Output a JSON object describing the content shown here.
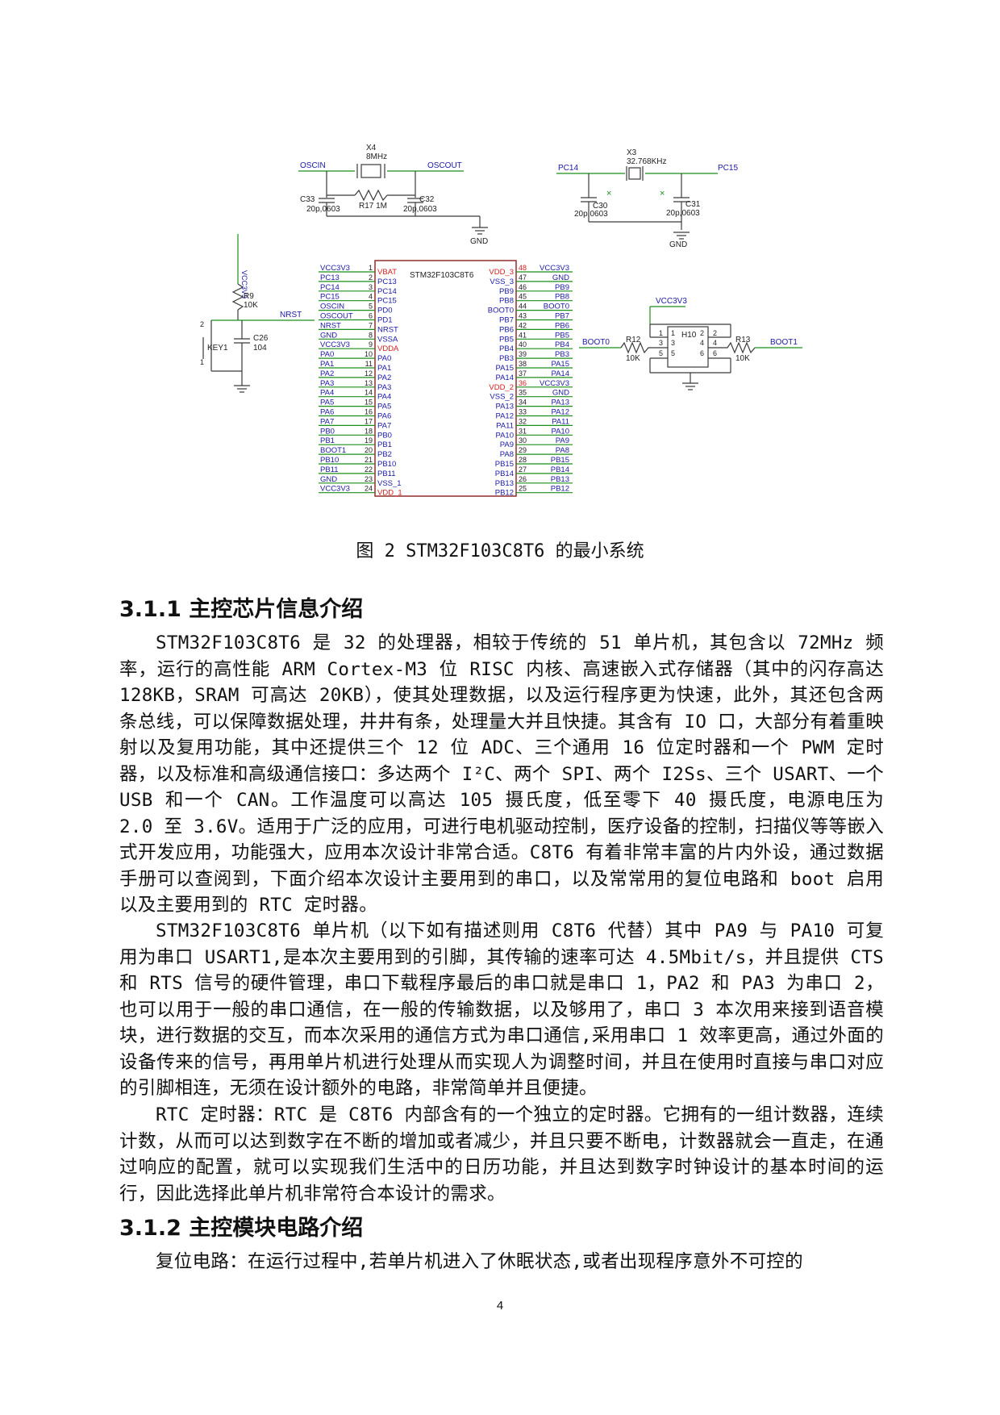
{
  "schematic": {
    "crystal_hs": {
      "ref": "X4",
      "value": "8MHz",
      "left_net": "OSCIN",
      "right_net": "OSCOUT",
      "cap_left": "C33",
      "cap_left_val": "20p,0603",
      "res": "R17 1M",
      "cap_right": "C32",
      "cap_right_val": "20p,0603",
      "gnd": "GND"
    },
    "crystal_lse": {
      "ref": "X3",
      "value": "32.768KHz",
      "left_net": "PC14",
      "right_net": "PC15",
      "cap_left": "C30",
      "cap_left_val": "20p,0603",
      "cap_right": "C31",
      "cap_right_val": "20p,0603",
      "gnd": "GND"
    },
    "reset": {
      "vcc": "VCC3V3",
      "res": "R9",
      "res_val": "10K",
      "net": "NRST",
      "key": "KEY1",
      "cap": "C26",
      "cap_val": "104",
      "pin1": "1",
      "pin2": "2"
    },
    "chip": {
      "name": "STM32F103C8T6",
      "left_nets": [
        "VCC3V3",
        "PC13",
        "PC14",
        "PC15",
        "OSCIN",
        "OSCOUT",
        "NRST",
        "GND",
        "VCC3V3",
        "PA0",
        "PA1",
        "PA2",
        "PA3",
        "PA4",
        "PA5",
        "PA6",
        "PA7",
        "PB0",
        "PB1",
        "BOOT1",
        "PB10",
        "PB11",
        "GND",
        "VCC3V3"
      ],
      "left_nums": [
        "1",
        "2",
        "3",
        "4",
        "5",
        "6",
        "7",
        "8",
        "9",
        "10",
        "11",
        "12",
        "13",
        "14",
        "15",
        "16",
        "17",
        "18",
        "19",
        "20",
        "21",
        "22",
        "23",
        "24"
      ],
      "left_pins": [
        "VBAT",
        "PC13",
        "PC14",
        "PC15",
        "PD0",
        "PD1",
        "NRST",
        "VSSA",
        "VDDA",
        "PA0",
        "PA1",
        "PA2",
        "PA3",
        "PA4",
        "PA5",
        "PA6",
        "PA7",
        "PB0",
        "PB1",
        "PB2",
        "PB10",
        "PB11",
        "VSS_1",
        "VDD_1"
      ],
      "right_pins": [
        "VDD_3",
        "VSS_3",
        "PB9",
        "PB8",
        "BOOT0",
        "PB7",
        "PB6",
        "PB5",
        "PB4",
        "PB3",
        "PA15",
        "PA14",
        "VDD_2",
        "VSS_2",
        "PA13",
        "PA12",
        "PA11",
        "PA10",
        "PA9",
        "PA8",
        "PB15",
        "PB14",
        "PB13",
        "PB12"
      ],
      "right_nums": [
        "48",
        "47",
        "46",
        "45",
        "44",
        "43",
        "42",
        "41",
        "40",
        "39",
        "38",
        "37",
        "36",
        "35",
        "34",
        "33",
        "32",
        "31",
        "30",
        "29",
        "28",
        "27",
        "26",
        "25"
      ],
      "right_nets": [
        "VCC3V3",
        "GND",
        "PB9",
        "PB8",
        "BOOT0",
        "PB7",
        "PB6",
        "PB5",
        "PB4",
        "PB3",
        "PA15",
        "PA14",
        "VCC3V3",
        "GND",
        "PA13",
        "PA12",
        "PA11",
        "PA10",
        "PA9",
        "PA8",
        "PB15",
        "PB14",
        "PB13",
        "PB12"
      ]
    },
    "boot": {
      "vcc": "VCC3V3",
      "header": "H10",
      "left_net": "BOOT0",
      "right_net": "BOOT1",
      "r_left": "R12",
      "r_left_val": "10K",
      "r_right": "R13",
      "r_right_val": "10K",
      "pins_left": [
        "1",
        "3",
        "5"
      ],
      "pins_right": [
        "2",
        "4",
        "6"
      ],
      "pins_inner_left": [
        "1",
        "3",
        "5"
      ],
      "pins_inner_right": [
        "2",
        "4",
        "6"
      ]
    }
  },
  "caption": "图 2 STM32F103C8T6 的最小系统",
  "section1": {
    "heading": "3.1.1 主控芯片信息介绍",
    "paragraphs": [
      "STM32F103C8T6 是 32 的处理器，相较于传统的 51 单片机，其包含以 72MHz 频率，运行的高性能 ARM Cortex-M3 位 RISC 内核、高速嵌入式存储器（其中的闪存高达 128KB，SRAM 可高达 20KB），使其处理数据，以及运行程序更为快速，此外，其还包含两条总线，可以保障数据处理，井井有条，处理量大并且快捷。其含有 IO 口，大部分有着重映射以及复用功能，其中还提供三个 12 位 ADC、三个通用 16 位定时器和一个 PWM 定时器，以及标准和高级通信接口：多达两个 I²C、两个 SPI、两个 I2Ss、三个 USART、一个 USB 和一个 CAN。工作温度可以高达 105 摄氏度，低至零下 40 摄氏度，电源电压为 2.0 至 3.6V。适用于广泛的应用，可进行电机驱动控制，医疗设备的控制，扫描仪等等嵌入式开发应用，功能强大，应用本次设计非常合适。C8T6 有着非常丰富的片内外设，通过数据手册可以查阅到，下面介绍本次设计主要用到的串口，以及常常用的复位电路和 boot 启用以及主要用到的 RTC 定时器。",
      "STM32F103C8T6 单片机（以下如有描述则用 C8T6 代替）其中 PA9 与 PA10 可复用为串口 USART1,是本次主要用到的引脚，其传输的速率可达 4.5Mbit/s，并且提供 CTS 和 RTS 信号的硬件管理，串口下载程序最后的串口就是串口 1，PA2 和 PA3 为串口 2，也可以用于一般的串口通信，在一般的传输数据，以及够用了，串口 3 本次用来接到语音模块，进行数据的交互，而本次采用的通信方式为串口通信,采用串口 1 效率更高，通过外面的设备传来的信号，再用单片机进行处理从而实现人为调整时间，并且在使用时直接与串口对应的引脚相连，无须在设计额外的电路，非常简单并且便捷。",
      "RTC 定时器：RTC 是 C8T6 内部含有的一个独立的定时器。它拥有的一组计数器，连续计数，从而可以达到数字在不断的增加或者减少，并且只要不断电，计数器就会一直走，在通过响应的配置，就可以实现我们生活中的日历功能，并且达到数字时钟设计的基本时间的运行，因此选择此单片机非常符合本设计的需求。"
    ]
  },
  "section2": {
    "heading": "3.1.2 主控模块电路介绍",
    "paragraphs": [
      "复位电路：在运行过程中,若单片机进入了休眠状态,或者出现程序意外不可控的"
    ]
  },
  "page_number": "4",
  "colors": {
    "net": "#1a1aa8",
    "wire": "#1b8f1b",
    "power": "#d42020",
    "pin": "#222222"
  }
}
